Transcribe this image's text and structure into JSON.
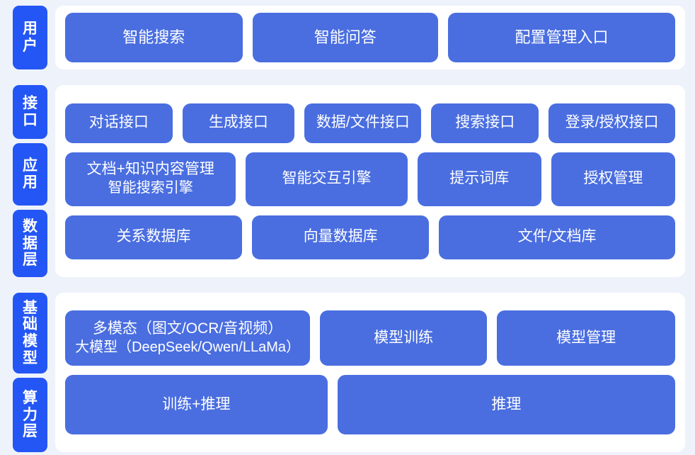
{
  "palette": {
    "page_background": "#eef2fb",
    "panel_background": "#ffffff",
    "tab_blue": "#2456f5",
    "box_blue": "#4a6ee0",
    "text_on_blue": "#ffffff"
  },
  "sections": [
    {
      "id": "users",
      "tabs": [
        {
          "id": "user",
          "chars": [
            "用",
            "户"
          ],
          "label": "用户"
        }
      ],
      "rows": [
        {
          "id": "user-entries",
          "boxes": [
            {
              "id": "smart-search",
              "lines": [
                "智能搜索"
              ]
            },
            {
              "id": "smart-qa",
              "lines": [
                "智能问答"
              ]
            },
            {
              "id": "config-management-entry",
              "lines": [
                "配置管理入口"
              ]
            }
          ]
        }
      ]
    },
    {
      "id": "middle",
      "tabs": [
        {
          "id": "interface",
          "chars": [
            "接",
            "口"
          ],
          "label": "接口"
        },
        {
          "id": "application",
          "chars": [
            "应",
            "用"
          ],
          "label": "应用"
        },
        {
          "id": "data-layer",
          "chars": [
            "数",
            "据",
            "层"
          ],
          "label": "数据层"
        }
      ],
      "rows": [
        {
          "id": "interface-apis",
          "boxes": [
            {
              "id": "dialog-api",
              "lines": [
                "对话接口"
              ]
            },
            {
              "id": "generation-api",
              "lines": [
                "生成接口"
              ]
            },
            {
              "id": "data-file-api",
              "lines": [
                "数据/文件接口"
              ]
            },
            {
              "id": "search-api",
              "lines": [
                "搜索接口"
              ]
            },
            {
              "id": "login-auth-api",
              "lines": [
                "登录/授权接口"
              ]
            }
          ]
        },
        {
          "id": "application-modules",
          "boxes": [
            {
              "id": "doc-knowledge-management",
              "lines": [
                "文档+知识内容管理",
                "智能搜索引擎"
              ]
            },
            {
              "id": "smart-interaction-engine",
              "lines": [
                "智能交互引擎"
              ]
            },
            {
              "id": "prompt-library",
              "lines": [
                "提示词库"
              ]
            },
            {
              "id": "authorization-management",
              "lines": [
                "授权管理"
              ]
            }
          ]
        },
        {
          "id": "data-stores",
          "boxes": [
            {
              "id": "relational-database",
              "lines": [
                "关系数据库"
              ]
            },
            {
              "id": "vector-database",
              "lines": [
                "向量数据库"
              ]
            },
            {
              "id": "file-document-store",
              "lines": [
                "文件/文档库"
              ]
            }
          ]
        }
      ]
    },
    {
      "id": "base",
      "tabs": [
        {
          "id": "foundation-model",
          "chars": [
            "基",
            "础",
            "模",
            "型"
          ],
          "label": "基础模型"
        },
        {
          "id": "compute-layer",
          "chars": [
            "算",
            "力",
            "层"
          ],
          "label": "算力层"
        }
      ],
      "rows": [
        {
          "id": "model-modules",
          "boxes": [
            {
              "id": "multimodal-large-model",
              "lines": [
                "多模态（图文/OCR/音视频）",
                "大模型（DeepSeek/Qwen/LLaMa）"
              ]
            },
            {
              "id": "model-training",
              "lines": [
                "模型训练"
              ]
            },
            {
              "id": "model-management",
              "lines": [
                "模型管理"
              ]
            }
          ]
        },
        {
          "id": "compute-modules",
          "boxes": [
            {
              "id": "training-inference",
              "lines": [
                "训练+推理"
              ]
            },
            {
              "id": "inference",
              "lines": [
                "推理"
              ]
            }
          ]
        }
      ]
    }
  ]
}
